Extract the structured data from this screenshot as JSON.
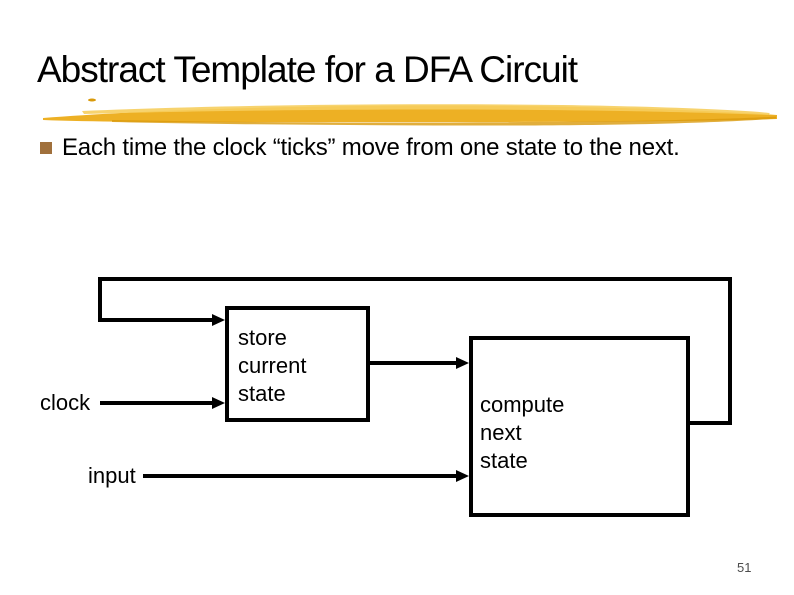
{
  "slide": {
    "title": "Abstract Template for a DFA Circuit",
    "bullet_text": "Each time the clock “ticks” move from one state to the next.",
    "page_number": "51"
  },
  "diagram": {
    "store_box_label": "store\ncurrent\nstate",
    "compute_box_label": "compute\nnext\nstate",
    "clock_label": "clock",
    "input_label": "input"
  },
  "colors": {
    "swoosh_gold": "#EDB024",
    "swoosh_highlight": "#F6CE5E",
    "swoosh_shadow": "#D99A0B",
    "bullet_square": "#A0703C",
    "diagram_line": "#000000",
    "text": "#000000",
    "page_number": "#4D4D4D"
  }
}
